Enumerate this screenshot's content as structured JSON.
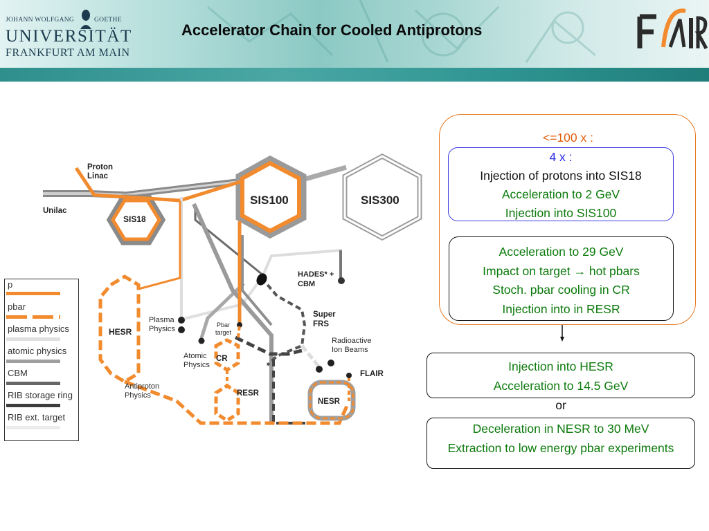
{
  "header": {
    "uni_top_left": "JOHANN WOLFGANG",
    "uni_top_right": "GOETHE",
    "uni_name": "UNIVERSITÄT",
    "uni_city": "FRANKFURT AM MAIN",
    "title": "Accelerator Chain for Cooled Antiprotons",
    "fair_logo_text": "FAIR"
  },
  "diagram": {
    "labels": {
      "proton_linac_1": "Proton",
      "proton_linac_2": "Linac",
      "unilac": "Unilac",
      "sis18": "SIS18",
      "sis100": "SIS100",
      "sis300": "SIS300",
      "hades_1": "HADES* +",
      "hades_2": "CBM",
      "super_frs_1": "Super",
      "super_frs_2": "FRS",
      "radioactive_1": "Radioactive",
      "radioactive_2": "Ion Beams",
      "plasma_1": "Plasma",
      "plasma_2": "Physics",
      "pbar_target_1": "Pbar",
      "pbar_target_2": "target",
      "atomic_1": "Atomic",
      "atomic_2": "Physics",
      "cr": "CR",
      "resr": "RESR",
      "hesr": "HESR",
      "nesr": "NESR",
      "flair": "FLAIR",
      "antiproton_1": "Antiproton",
      "antiproton_2": "Physics"
    }
  },
  "legend": {
    "items": [
      {
        "label": "p",
        "color": "#f28a2e",
        "style": "solid"
      },
      {
        "label": "pbar",
        "color": "#f28a2e",
        "style": "dashed"
      },
      {
        "label": "plasma physics",
        "color": "#e0e0e0",
        "style": "solid"
      },
      {
        "label": "atomic physics",
        "color": "#a0a0a0",
        "style": "solid"
      },
      {
        "label": "CBM",
        "color": "#666666",
        "style": "solid"
      },
      {
        "label": "RIB storage ring",
        "color": "#3c3c3c",
        "style": "solid"
      },
      {
        "label": "RIB ext. target",
        "color": "#eeeeee",
        "style": "solid"
      }
    ]
  },
  "info": {
    "outer_head": "<=100 x :",
    "blue_head": "4 x :",
    "blue_lines": [
      "Injection of protons into SIS18",
      "Acceleration to 2 GeV",
      "Injection into SIS100"
    ],
    "box_b_lines": [
      "Acceleration to 29 GeV",
      "Impact on target →  hot pbars",
      "Stoch. pbar cooling in CR",
      "Injection into in RESR"
    ],
    "box_c_lines": [
      "Injection  into HESR",
      "Acceleration to 14.5 GeV"
    ],
    "or": "or",
    "box_d_lines": [
      "Deceleration in NESR to 30 MeV",
      "Extraction to low energy pbar experiments"
    ]
  },
  "colors": {
    "proton_orange": "#f28a2e",
    "outer_border": "#e87a22",
    "blue_border": "#3a3adf",
    "green_text": "#0c7a0c",
    "banner_teal": "#2e8f8c"
  }
}
